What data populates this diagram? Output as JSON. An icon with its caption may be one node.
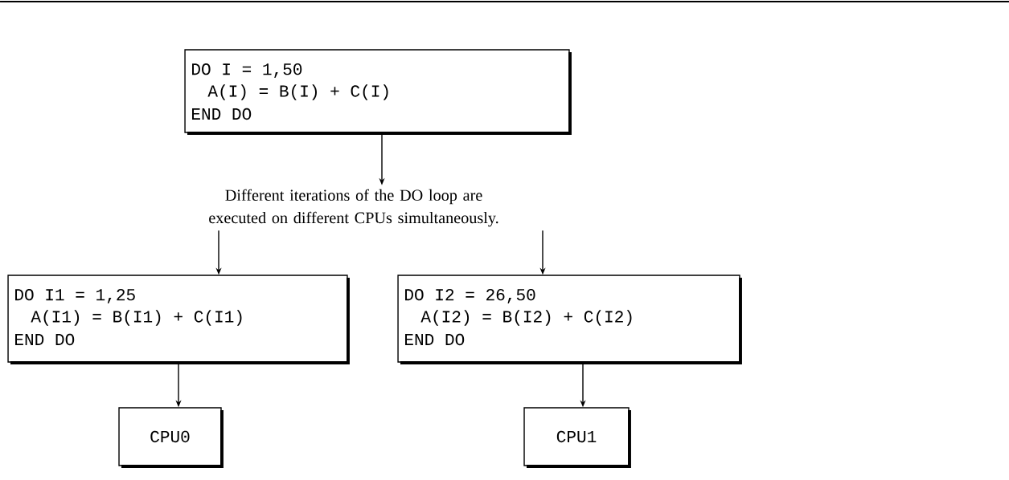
{
  "diagram": {
    "nodes": [
      {
        "text": [
          "DO I = 1,50",
          "A(I) = B(I) + C(I)",
          "END DO"
        ]
      },
      {
        "text": [
          "Different iterations of the DO loop are executed on different CPUs simultaneously."
        ]
      },
      {
        "text": [
          "DO I1 = 1,25",
          "A(I1) = B(I1) + C(I1)",
          "END DO"
        ]
      },
      {
        "text": [
          "DO I2 = 26,50",
          "A(I2) = B(I2) + C(I2)",
          "END DO"
        ]
      },
      {
        "text": [
          "CPU0"
        ]
      },
      {
        "text": [
          "CPU1"
        ]
      }
    ],
    "edges": [
      {
        "from": 0,
        "to": 1,
        "arrow": "to"
      },
      {
        "from": 1,
        "to": 2,
        "arrow": "to"
      },
      {
        "from": 1,
        "to": 3,
        "arrow": "to"
      },
      {
        "from": 2,
        "to": 4,
        "arrow": "to"
      },
      {
        "from": 3,
        "to": 5,
        "arrow": "to"
      }
    ]
  }
}
